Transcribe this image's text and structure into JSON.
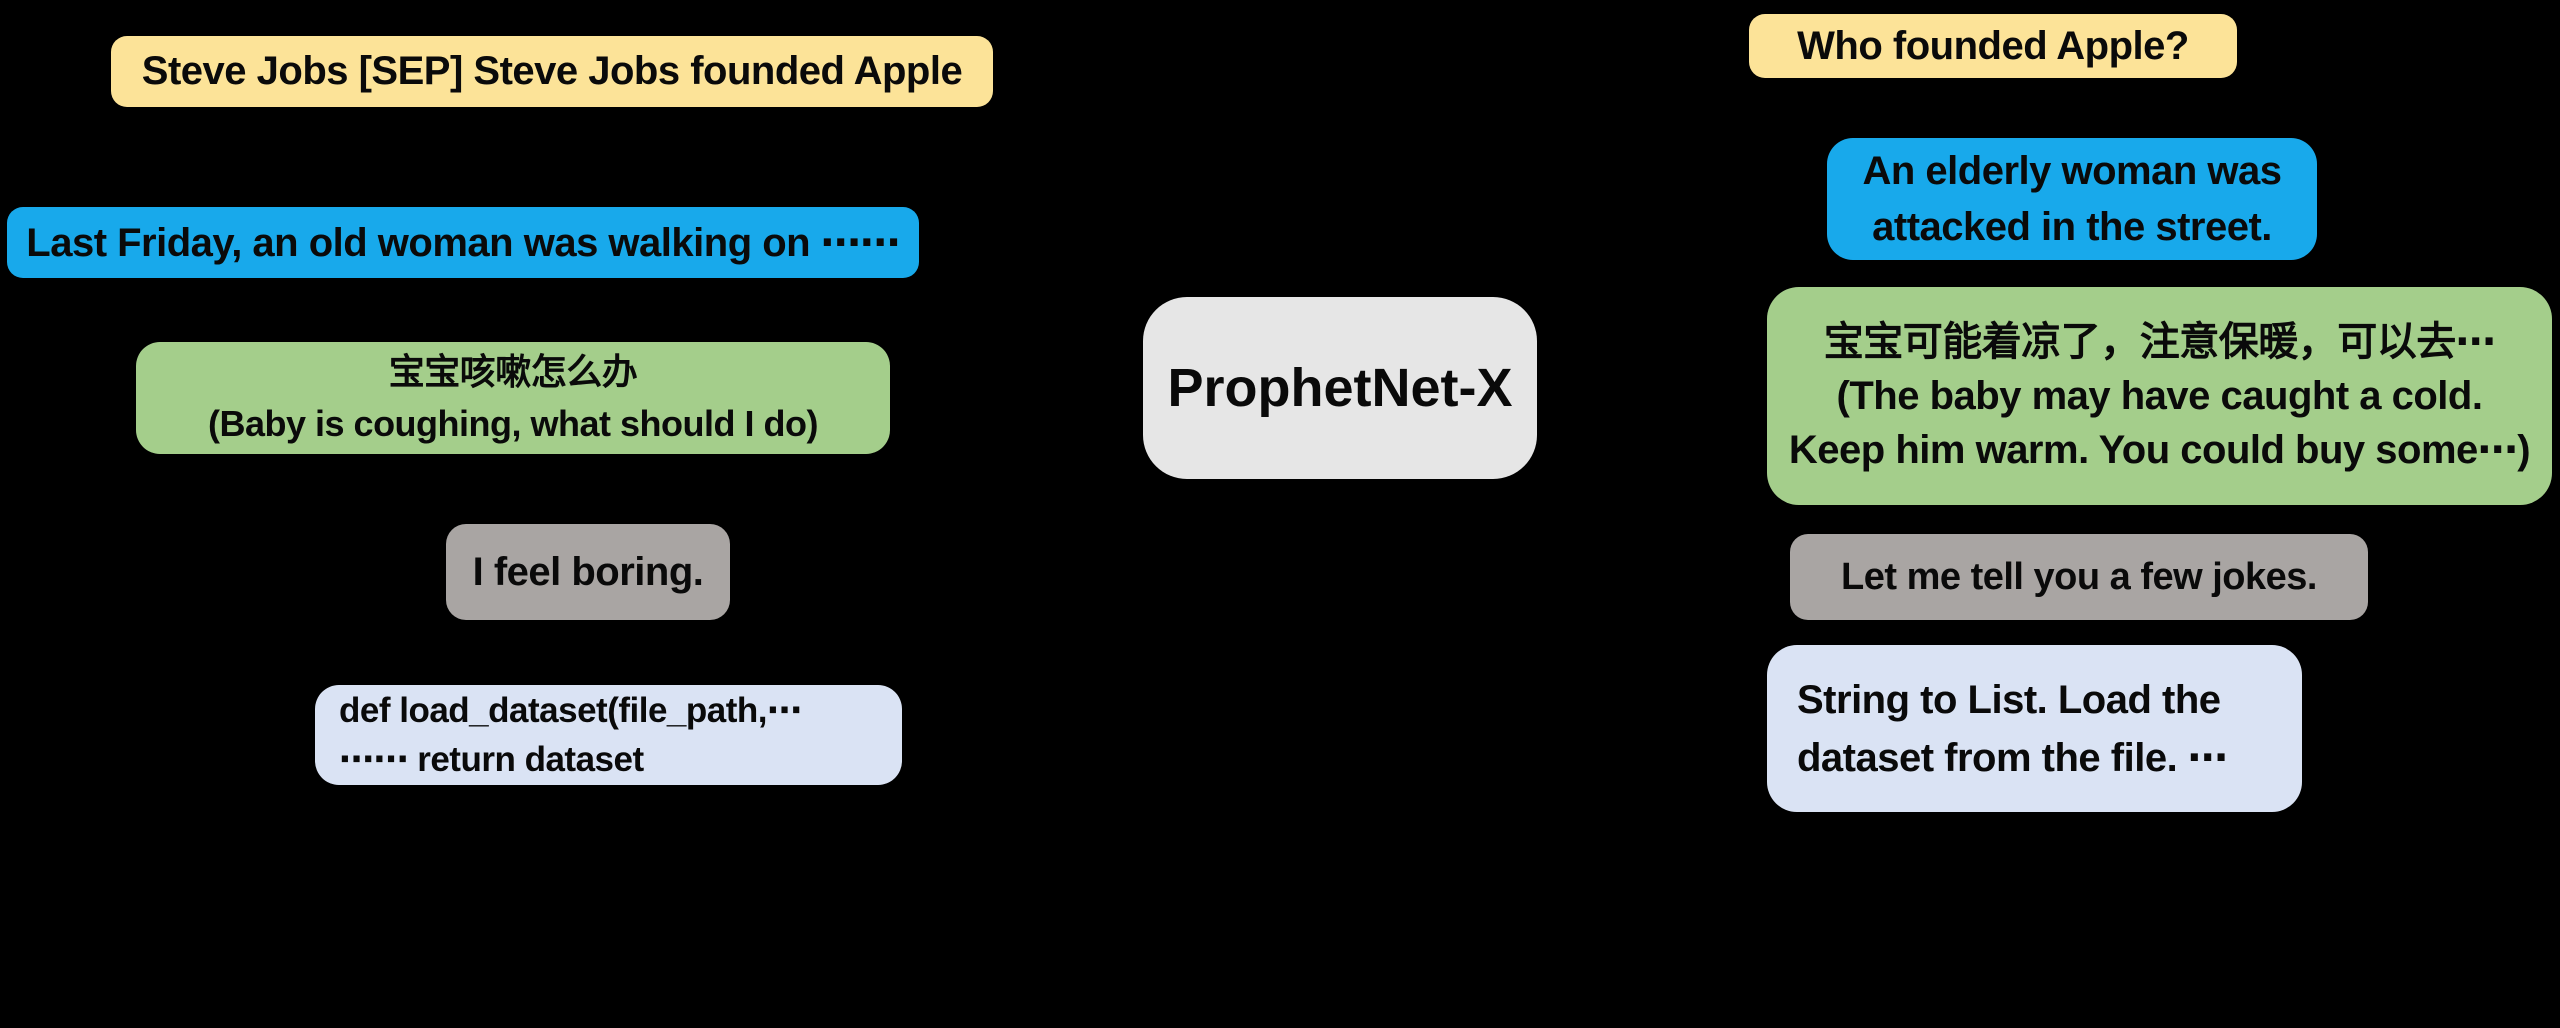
{
  "palette": {
    "background": "#000000",
    "yellow": "#FCE398",
    "blue": "#18A9EB",
    "green": "#A4CE8B",
    "gray": "#A9A5A3",
    "lavender": "#DAE3F4",
    "center_gray": "#E6E6E6",
    "text": "#0A0A0A"
  },
  "center": {
    "label": "ProphetNet-X"
  },
  "inputs": {
    "question_generation": {
      "lines": [
        "Steve Jobs [SEP] Steve Jobs founded Apple"
      ]
    },
    "summarization": {
      "lines": [
        "Last Friday, an old woman was walking on ⋯⋯"
      ]
    },
    "chinese_dialogue": {
      "lines": [
        "宝宝咳嗽怎么办",
        "(Baby is coughing, what should I do)"
      ]
    },
    "english_dialogue": {
      "lines": [
        "I feel boring."
      ]
    },
    "code": {
      "lines": [
        "def load_dataset(file_path,⋯",
        "⋯⋯ return dataset"
      ]
    }
  },
  "outputs": {
    "question_generation": {
      "lines": [
        "Who founded Apple?"
      ]
    },
    "summarization": {
      "lines": [
        "An elderly woman was",
        "attacked in the street."
      ]
    },
    "chinese_dialogue": {
      "lines": [
        "宝宝可能着凉了，注意保暖，可以去⋯",
        "(The baby may have caught a cold.",
        "Keep him warm. You could buy some⋯)"
      ]
    },
    "english_dialogue": {
      "lines": [
        "Let me tell you a few jokes."
      ]
    },
    "code": {
      "lines": [
        "String to List. Load the",
        "dataset from the file. ⋯"
      ]
    }
  }
}
